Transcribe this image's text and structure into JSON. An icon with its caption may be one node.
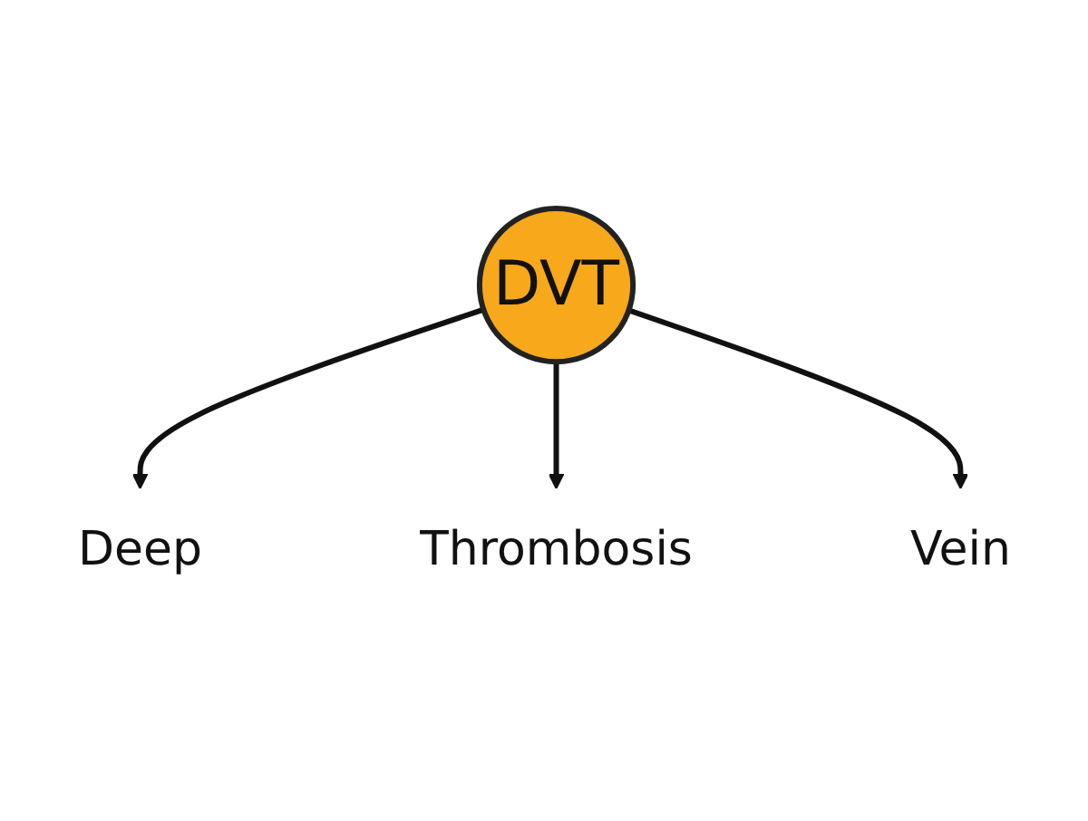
{
  "diagram": {
    "nodes": [
      {
        "text": [
          "DVT"
        ]
      },
      {
        "text": [
          "Deep"
        ]
      },
      {
        "text": [
          "Thrombosis"
        ]
      },
      {
        "text": [
          "Vein"
        ]
      }
    ],
    "edges": [
      {
        "from": 0,
        "to": 1,
        "arrow": "to"
      },
      {
        "from": 0,
        "to": 2,
        "arrow": "to"
      },
      {
        "from": 0,
        "to": 3,
        "arrow": "to"
      }
    ]
  }
}
